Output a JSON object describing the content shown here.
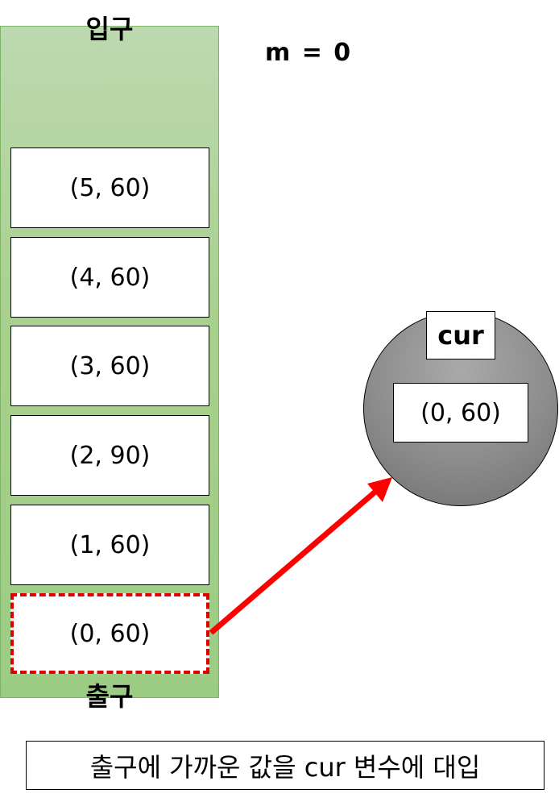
{
  "queue": {
    "entry_label": "입구",
    "exit_label": "출구",
    "items": [
      "(5, 60)",
      "(4, 60)",
      "(3, 60)",
      "(2, 90)",
      "(1, 60)",
      "(0, 60)"
    ]
  },
  "m_label": "m = 0",
  "cur": {
    "label": "cur",
    "value": "(0, 60)"
  },
  "caption": "출구에 가까운 값을 cur 변수에 대입",
  "colors": {
    "queue_fill": "#a8d08d",
    "highlight": "#e00000",
    "arrow": "#ff0000",
    "circle_fill": "#8c8c8c"
  }
}
